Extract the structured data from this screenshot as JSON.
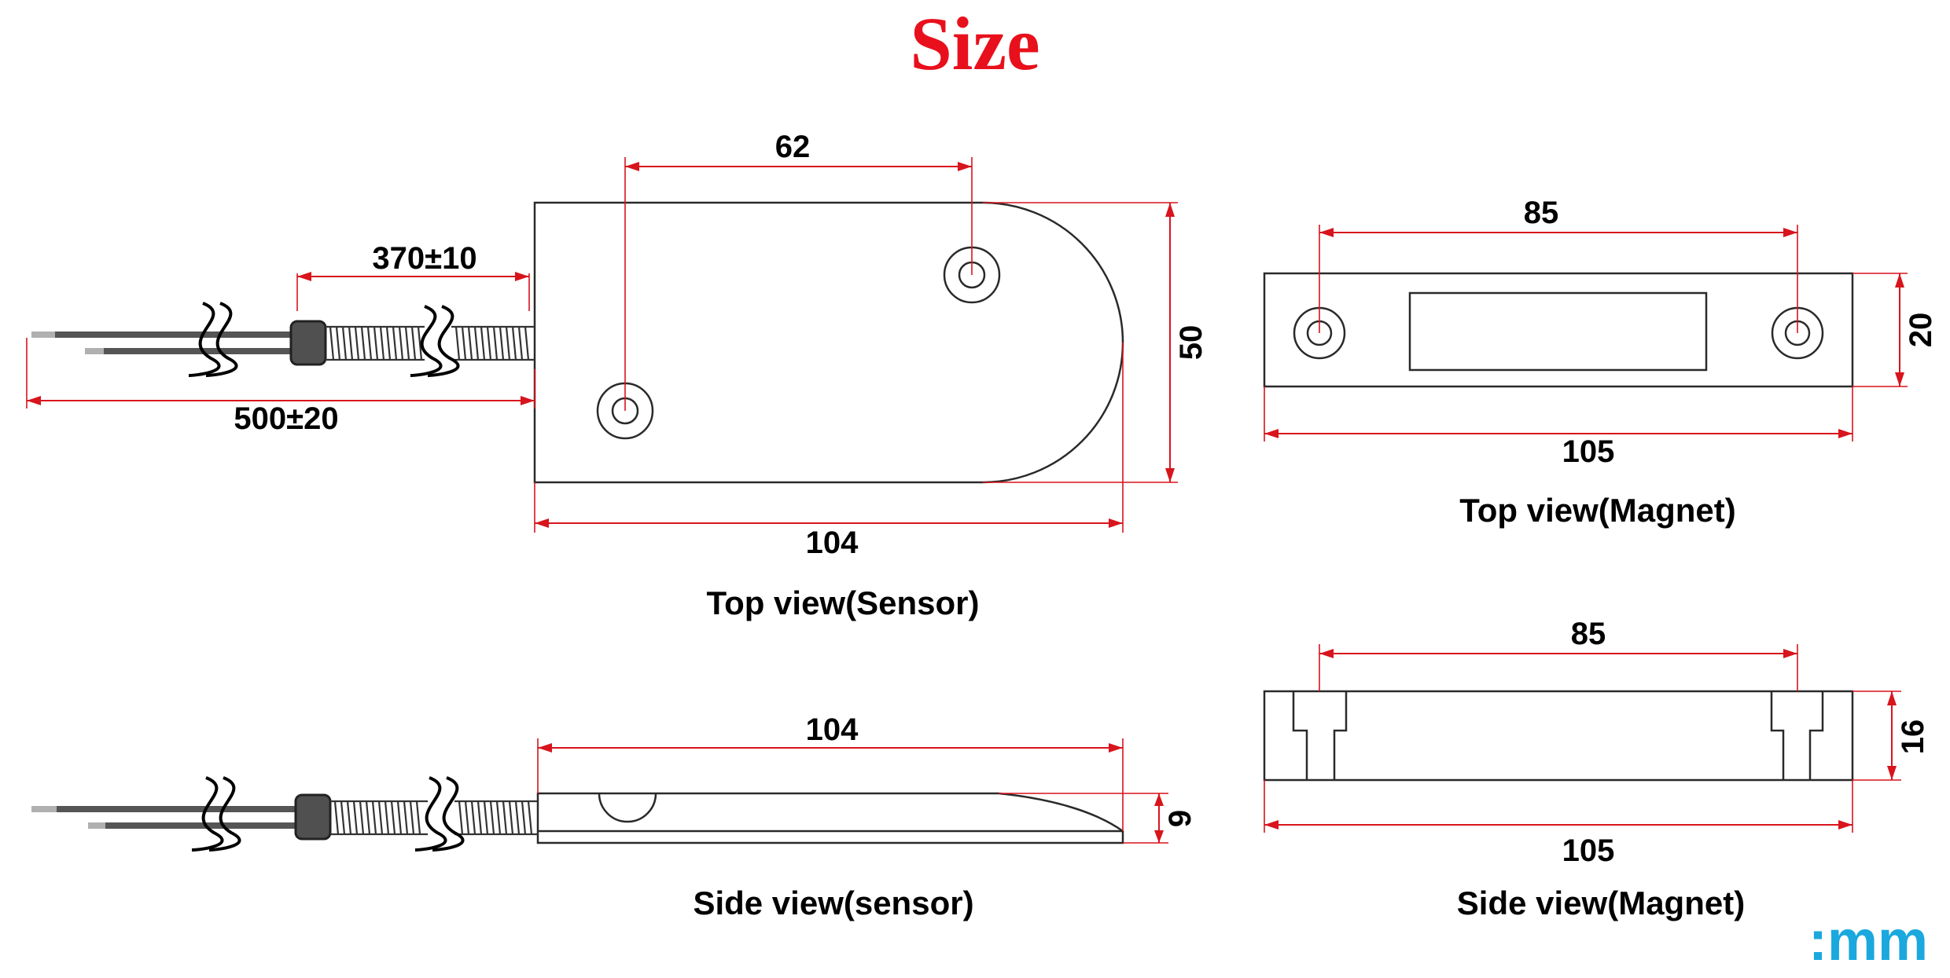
{
  "title": "Size",
  "colors": {
    "title": "#e8101c",
    "dimension": "#d8141c",
    "unit": "#1aa8de",
    "outline": "#2a2a2a"
  },
  "unit": ":mm",
  "sensor_top": {
    "caption": "Top view(Sensor)",
    "dim_holes": "62",
    "dim_width": "50",
    "dim_length": "104",
    "dim_coil": "370±10",
    "dim_wire": "500±20"
  },
  "sensor_side": {
    "caption": "Side view(sensor)",
    "dim_length": "104",
    "dim_thickness": "9"
  },
  "magnet_top": {
    "caption": "Top view(Magnet)",
    "dim_holes": "85",
    "dim_width": "20",
    "dim_length": "105"
  },
  "magnet_side": {
    "caption": "Side view(Magnet)",
    "dim_holes": "85",
    "dim_height": "16",
    "dim_length": "105"
  }
}
